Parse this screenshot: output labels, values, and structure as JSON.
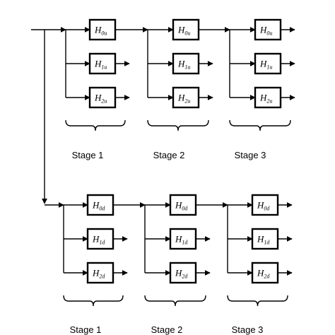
{
  "diagram": {
    "banks": [
      {
        "stages": [
          {
            "label": "Stage 1",
            "filters": [
              {
                "main": "H",
                "sub": "0u"
              },
              {
                "main": "H",
                "sub": "1u"
              },
              {
                "main": "H",
                "sub": "2u"
              }
            ]
          },
          {
            "label": "Stage 2",
            "filters": [
              {
                "main": "H",
                "sub": "0u"
              },
              {
                "main": "H",
                "sub": "1u"
              },
              {
                "main": "H",
                "sub": "2u"
              }
            ]
          },
          {
            "label": "Stage 3",
            "filters": [
              {
                "main": "H",
                "sub": "0u"
              },
              {
                "main": "H",
                "sub": "1u"
              },
              {
                "main": "H",
                "sub": "2u"
              }
            ]
          }
        ]
      },
      {
        "stages": [
          {
            "label": "Stage 1",
            "filters": [
              {
                "main": "H",
                "sub": "0d"
              },
              {
                "main": "H",
                "sub": "1d"
              },
              {
                "main": "H",
                "sub": "2d"
              }
            ]
          },
          {
            "label": "Stage 2",
            "filters": [
              {
                "main": "H",
                "sub": "0d"
              },
              {
                "main": "H",
                "sub": "1d"
              },
              {
                "main": "H",
                "sub": "2d"
              }
            ]
          },
          {
            "label": "Stage 3",
            "filters": [
              {
                "main": "H",
                "sub": "0d"
              },
              {
                "main": "H",
                "sub": "1d"
              },
              {
                "main": "H",
                "sub": "2d"
              }
            ]
          }
        ]
      }
    ]
  }
}
